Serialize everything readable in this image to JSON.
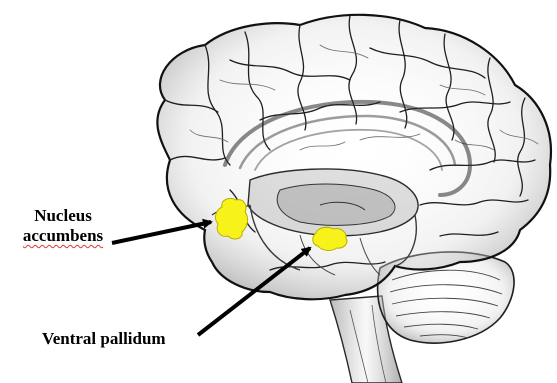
{
  "labels": {
    "nucleus_line1": "Nucleus",
    "nucleus_line2": "accumbens",
    "pallidum": "Ventral pallidum"
  },
  "colors": {
    "highlight": "#f7f21a",
    "outline": "#1e1e1e",
    "arrow": "#000000",
    "spellcheck": "#d23c3c"
  }
}
